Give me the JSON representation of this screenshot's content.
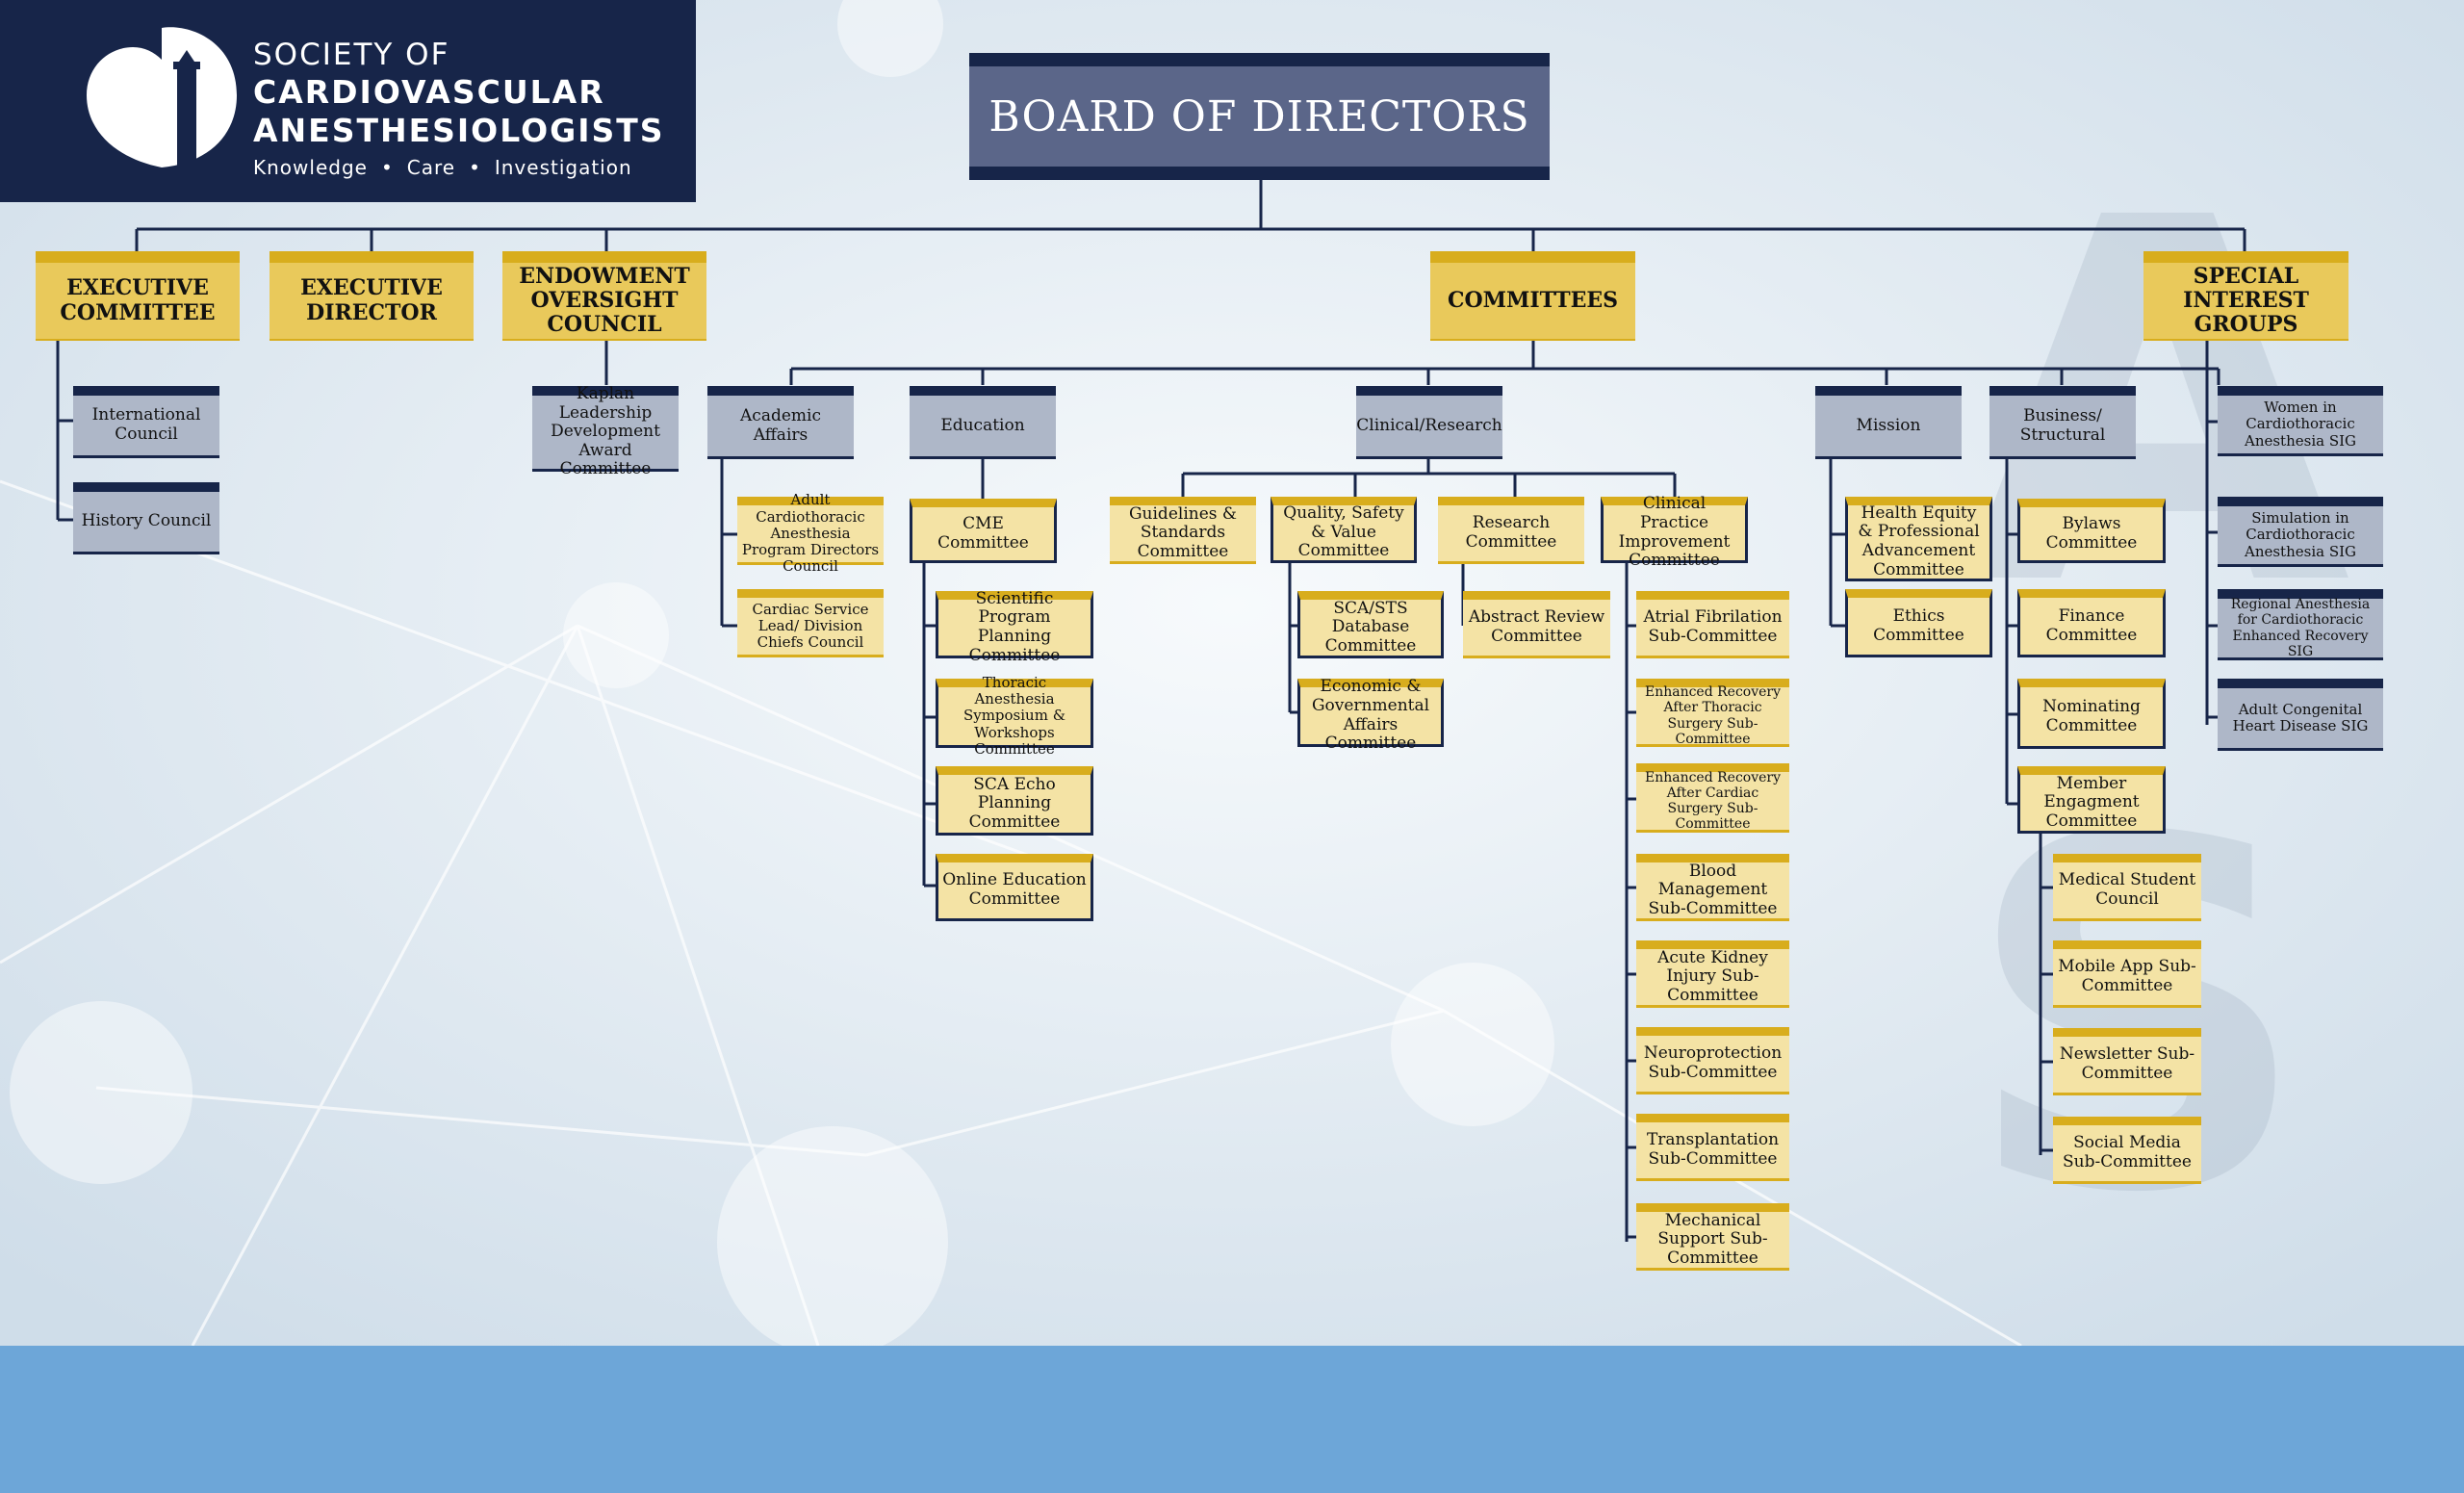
{
  "logo": {
    "line1": "SOCIETY OF",
    "line2": "CARDIOVASCULAR",
    "line3": "ANESTHESIOLOGISTS",
    "tag1": "Knowledge",
    "tag2": "Care",
    "tag3": "Investigation",
    "icon": "heart-lighthouse-icon"
  },
  "board": {
    "title": "BOARD OF DIRECTORS"
  },
  "top_level": {
    "executive_committee": "EXECUTIVE COMMITTEE",
    "executive_director": "EXECUTIVE DIRECTOR",
    "endowment": "ENDOWMENT OVERSIGHT COUNCIL",
    "committees": "COMMITTEES",
    "sig": "SPECIAL INTEREST GROUPS"
  },
  "exec": {
    "international": "International Council",
    "history": "History Council"
  },
  "endowment": {
    "kaplan": "Kaplan Leadership Development Award Committee"
  },
  "academic": {
    "label": "Academic Affairs",
    "adult": "Adult Cardiothoracic Anesthesia Program Directors Council",
    "cardiac": "Cardiac Service Lead/ Division Chiefs Council"
  },
  "education": {
    "label": "Education",
    "cme": "CME Committee",
    "scientific": "Scientific Program Planning Committee",
    "thoracic": "Thoracic Anesthesia Symposium & Workshops Committee",
    "echo": "SCA Echo Planning Committee",
    "online": "Online Education Committee"
  },
  "clinical": {
    "label": "Clinical/Research",
    "guidelines": "Guidelines & Standards Committee",
    "quality": "Quality, Safety & Value Committee",
    "research": "Research Committee",
    "cpi": "Clinical Practice Improvement Committee",
    "sts": "SCA/STS Database Committee",
    "econ": "Economic & Governmental Affairs Committee",
    "abstract": "Abstract Review Committee",
    "subs": [
      "Atrial Fibrilation Sub-Committee",
      "Enhanced Recovery After Thoracic Surgery Sub-Committee",
      "Enhanced Recovery After Cardiac Surgery Sub-Committee",
      "Blood Management Sub-Committee",
      "Acute Kidney Injury Sub-Committee",
      "Neuroprotection Sub-Committee",
      "Transplantation Sub-Committee",
      "Mechanical Support Sub-Committee"
    ]
  },
  "mission": {
    "label": "Mission",
    "health": "Health Equity & Professional Advancement Committee",
    "ethics": "Ethics Committee"
  },
  "business": {
    "label": "Business/ Structural",
    "bylaws": "Bylaws Committee",
    "finance": "Finance Committee",
    "nominating": "Nominating Committee",
    "member": "Member Engagment Committee",
    "medical": "Medical Student Council",
    "mobile": "Mobile App Sub-Committee",
    "newsletter": "Newsletter Sub-Committee",
    "social": "Social Media Sub-Committee"
  },
  "sig": {
    "women": "Women in Cardiothoracic Anesthesia SIG",
    "simulation": "Simulation in Cardiothoracic Anesthesia SIG",
    "regional": "Regional Anesthesia for Cardiothoracic Enhanced Recovery SIG",
    "congenital": "Adult Congenital Heart Disease SIG"
  },
  "colors": {
    "navy": "#172549",
    "gold": "#d8ad1d",
    "gold_fill": "#e9c95b",
    "gray": "#aeb7c8",
    "footer": "#6da6d8"
  }
}
